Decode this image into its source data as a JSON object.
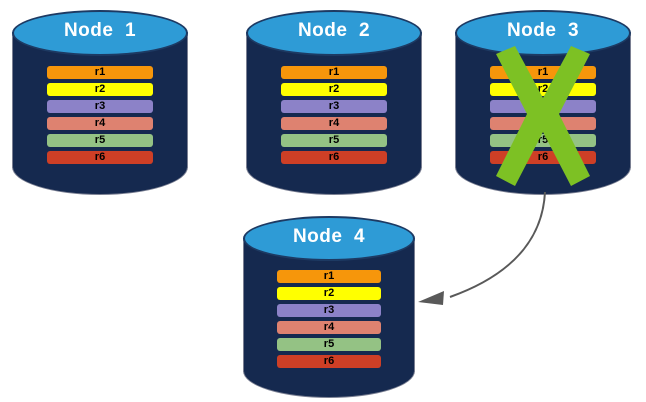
{
  "diagram": {
    "title": "Node replication / failure recovery diagram",
    "background_color": "#ffffff"
  },
  "palette": {
    "cylinder_body": "#15294f",
    "cylinder_top": "#2e9bd6",
    "cylinder_outline": "#7a7f92",
    "title_text": "#ffffff",
    "record_text": "#000000",
    "x_mark": "#7dc124",
    "arrow": "#595959"
  },
  "records": [
    {
      "id": "r1",
      "label": "r1",
      "color": "#f6960b"
    },
    {
      "id": "r2",
      "label": "r2",
      "color": "#ffff00"
    },
    {
      "id": "r3",
      "label": "r3",
      "color": "#8c82c8"
    },
    {
      "id": "r4",
      "label": "r4",
      "color": "#de8270"
    },
    {
      "id": "r5",
      "label": "r5",
      "color": "#94c284"
    },
    {
      "id": "r6",
      "label": "r6",
      "color": "#ce3f26"
    }
  ],
  "nodes": [
    {
      "id": "node-1",
      "title": "Node  1",
      "failed": false
    },
    {
      "id": "node-2",
      "title": "Node  2",
      "failed": false
    },
    {
      "id": "node-3",
      "title": "Node  3",
      "failed": true
    },
    {
      "id": "node-4",
      "title": "Node  4",
      "failed": false
    }
  ],
  "annotations": {
    "failure_mark": "green-x-cross",
    "recovery_arrow": "curved-arrow-node3-to-node4"
  }
}
